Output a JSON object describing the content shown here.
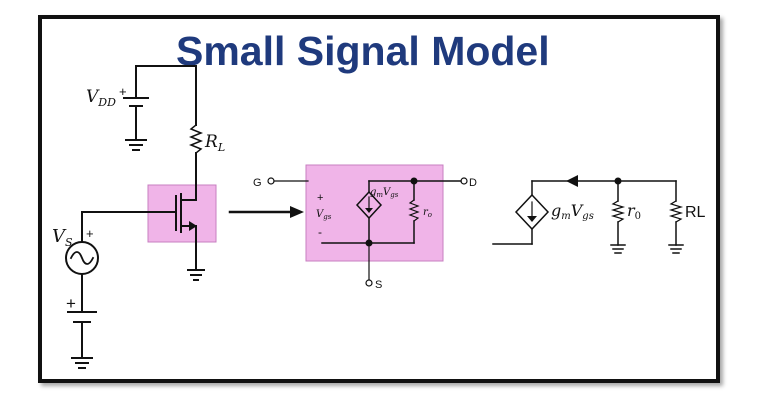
{
  "title": "Small Signal Model",
  "colors": {
    "title": "#1f3a7d",
    "highlight": "#f0b4e8",
    "highlight_border": "#c77fc0",
    "wire": "#111111"
  },
  "left_circuit": {
    "vdd_label": "V",
    "vdd_sub": "DD",
    "vdd_plus": "+",
    "rl_label": "R",
    "rl_sub": "L",
    "vs_label": "V",
    "vs_sub": "S",
    "vs_plus": "+",
    "battery_plus": "+"
  },
  "middle_model": {
    "gate": "G",
    "drain": "D",
    "source": "S",
    "plus": "+",
    "minus": "-",
    "vgs_label": "V",
    "vgs_sub": "gs",
    "gm_label": "g",
    "gm_sub": "m",
    "gm_v": "V",
    "gm_vsub": "gs",
    "ro_label": "r",
    "ro_sub": "o"
  },
  "right_model": {
    "gm_label": "g",
    "gm_sub": "m",
    "gm_v": "V",
    "gm_vsub": "gs",
    "r0_label": "r",
    "r0_sub": "0",
    "rl_label": "RL"
  },
  "icons": [
    "ground-icon",
    "resistor-icon",
    "ac-source-icon",
    "battery-icon",
    "mosfet-icon",
    "dependent-current-source-icon",
    "arrow-right-icon"
  ]
}
